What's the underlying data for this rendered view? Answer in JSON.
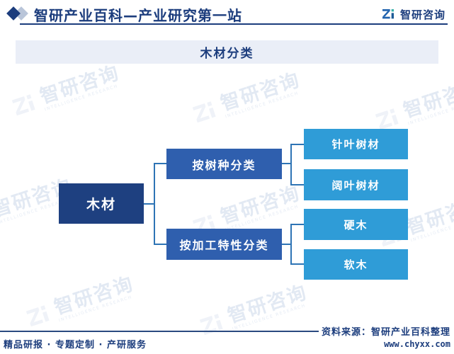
{
  "header": {
    "title": "智研产业百科—产业研究第一站",
    "logo_text": "智研咨询"
  },
  "title_bar": {
    "text": "木材分类"
  },
  "tree": {
    "root": {
      "label": "木材"
    },
    "branches": [
      {
        "label": "按树种分类",
        "children": [
          {
            "label": "针叶树材"
          },
          {
            "label": "阔叶树材"
          }
        ]
      },
      {
        "label": "按加工特性分类",
        "children": [
          {
            "label": "硬木"
          },
          {
            "label": "软木"
          }
        ]
      }
    ]
  },
  "footer": {
    "left_slogan": "精品研报 · 专题定制 · 产研服务",
    "source": "资料来源：智研产业百科整理",
    "website": "www.chyxx.com"
  },
  "watermark": {
    "text": "智研咨询",
    "subtext": "INTELLIGENCE RESEARCH"
  },
  "colors": {
    "navy_text": "#1c3d7d",
    "root_box": "#1e4080",
    "mid_box": "#2f5fae",
    "leaf_box": "#2f9cd7",
    "connector": "#2e74b5",
    "title_bar_bg": "#eaeef7",
    "logo_blue": "#2063ae",
    "logo_teal": "#35afa8"
  }
}
